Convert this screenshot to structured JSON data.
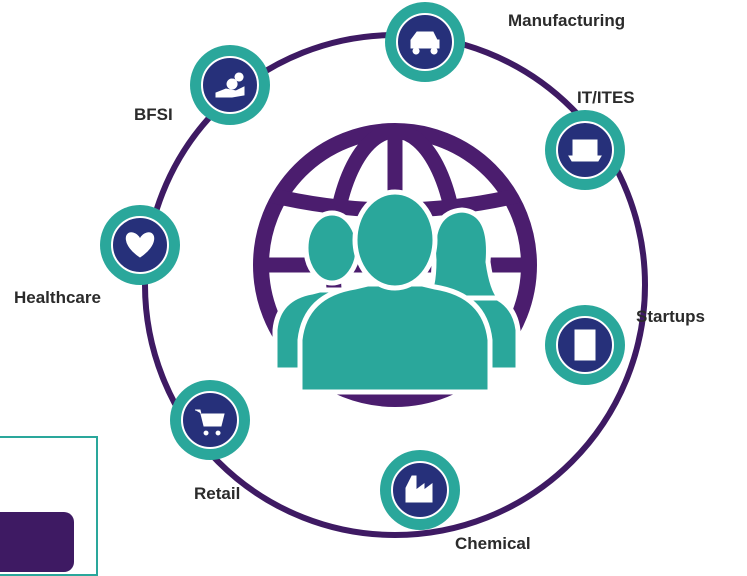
{
  "colors": {
    "ring": "#3e1a63",
    "teal": "#2aa79b",
    "node_inner": "#26307a",
    "globe": "#4b1d6e",
    "label": "#2b2b2b"
  },
  "sectors": [
    {
      "id": "manufacturing",
      "label": "Manufacturing",
      "icon": "dump-truck-icon"
    },
    {
      "id": "it-ites",
      "label": "IT/ITES",
      "icon": "laptop-icon"
    },
    {
      "id": "startups",
      "label": "Startups",
      "icon": "tablet-touch-icon"
    },
    {
      "id": "chemical",
      "label": "Chemical",
      "icon": "factory-icon"
    },
    {
      "id": "retail",
      "label": "Retail",
      "icon": "shopping-cart-icon"
    },
    {
      "id": "healthcare",
      "label": "Healthcare",
      "icon": "heartbeat-icon"
    },
    {
      "id": "bfsi",
      "label": "BFSI",
      "icon": "money-hand-icon"
    }
  ],
  "center": {
    "icon": "globe-people-icon"
  }
}
